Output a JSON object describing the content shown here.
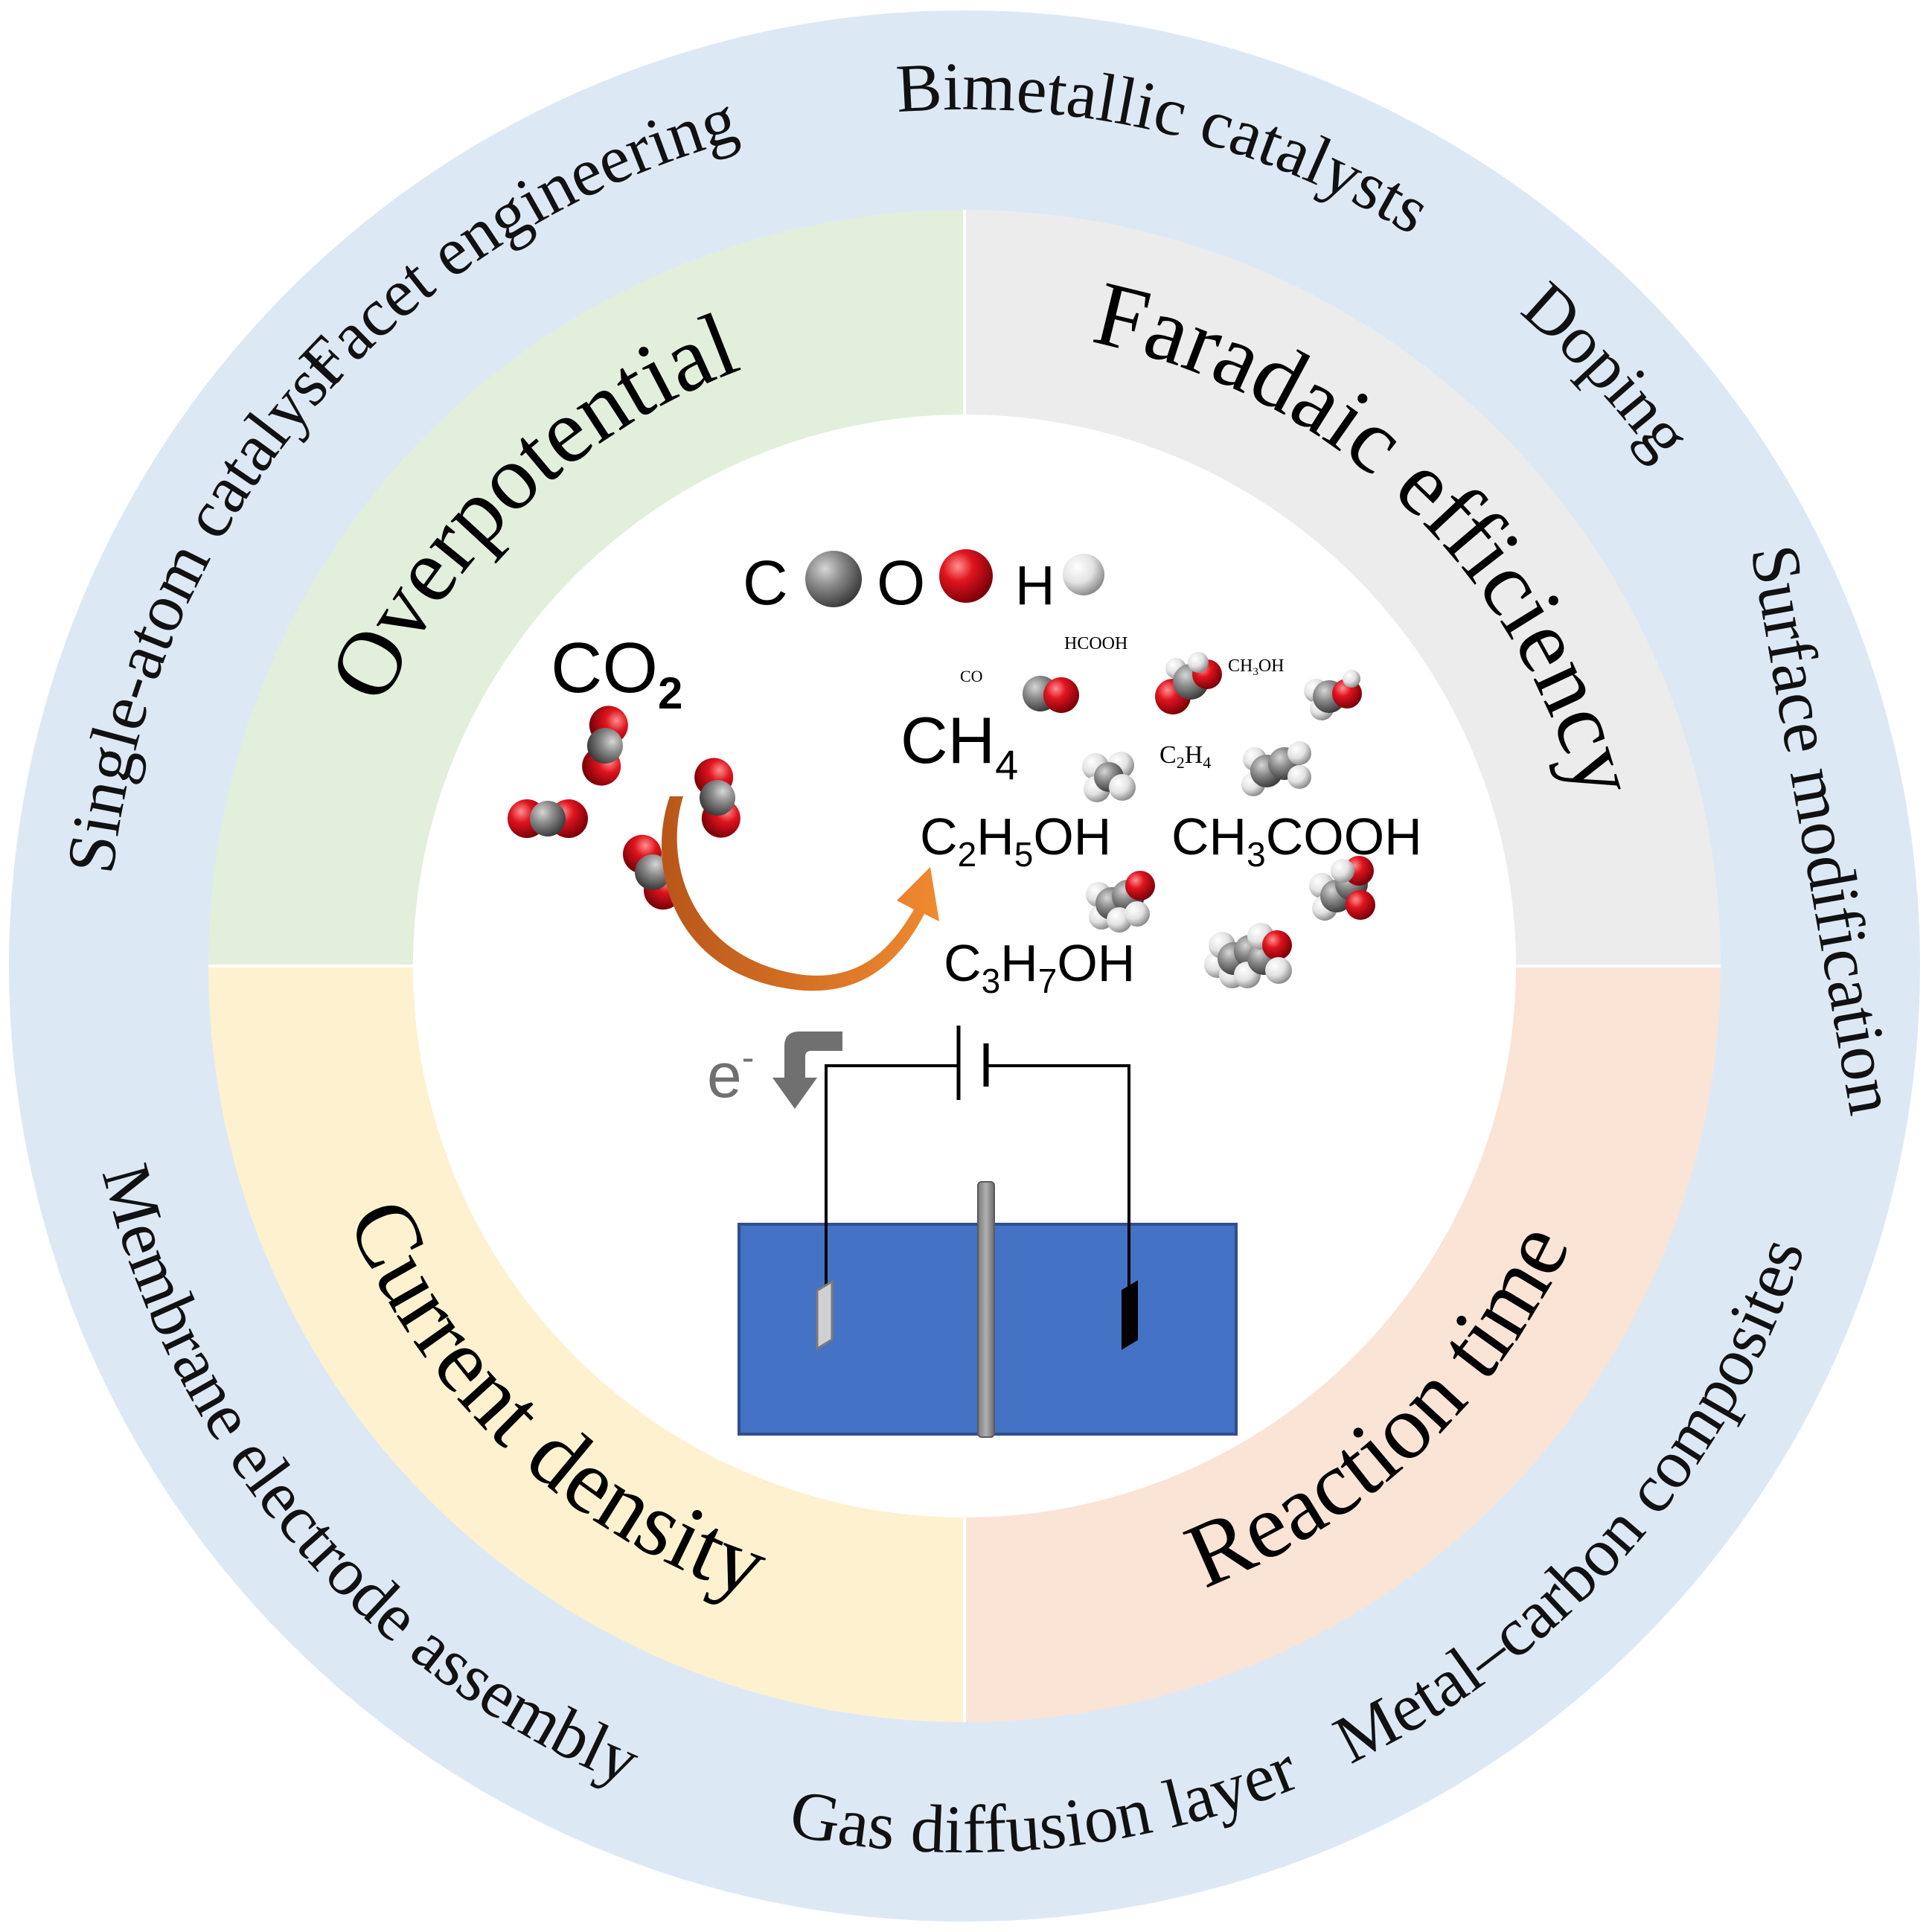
{
  "colors": {
    "outer_ring": "#dce9f5",
    "quad_top_left": "#e2efdb",
    "quad_top_right": "#ececec",
    "quad_bottom_right": "#fae4d6",
    "quad_bottom_left": "#fdf1cf",
    "water": "#4472c4",
    "arrow": "#e87a2a",
    "carbon": "#808080",
    "oxygen": "#e0141e",
    "hydrogen": "#e8e8e8"
  },
  "outer_labels": {
    "single_atom": "Single-atom catalyst",
    "facet": "Facet engineering",
    "bimetallic": "Bimetallic catalysts",
    "doping": "Doping",
    "surface": "Surface modification",
    "metal_carbon": "Metal–carbon composites",
    "gas_diffusion": "Gas diffusion layer",
    "membrane": "Membrane electrode assembly"
  },
  "quadrant_labels": {
    "overpotential": "Overpotential",
    "faradaic": "Faradaic efficiency",
    "reaction_time": "Reaction time",
    "current_density": "Current density"
  },
  "legend": {
    "carbon_label": "C",
    "oxygen_label": "O",
    "hydrogen_label": "H"
  },
  "reactant": {
    "main": "CO",
    "sub": "2"
  },
  "products": {
    "co": "CO",
    "hcooh": "HCOOH",
    "ch3oh": {
      "a": "CH",
      "b": "3",
      "c": "OH"
    },
    "ch4": {
      "a": "CH",
      "b": "4"
    },
    "c2h4": {
      "a": "C",
      "b": "2",
      "c": "H",
      "d": "4"
    },
    "c2h5oh": {
      "a": "C",
      "b": "2",
      "c": "H",
      "d": "5",
      "e": "OH"
    },
    "ch3cooh": {
      "a": "CH",
      "b": "3",
      "c": "COOH"
    },
    "c3h7oh": {
      "a": "C",
      "b": "3",
      "c": "H",
      "d": "7",
      "e": "OH"
    }
  },
  "electron": {
    "label": "e",
    "sup": "-"
  }
}
